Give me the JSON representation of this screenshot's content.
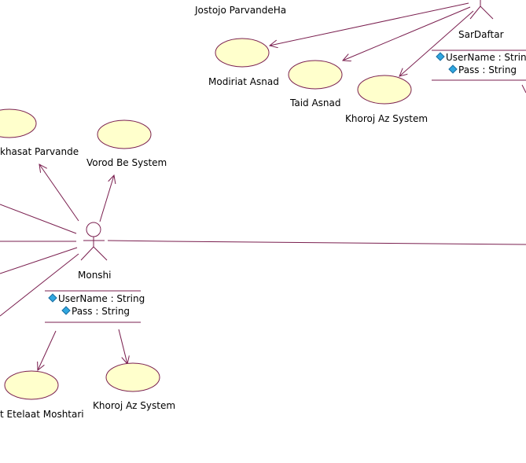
{
  "labels": {
    "jostojo": "Jostojo ParvandeHa",
    "sardaftar": "SarDaftar",
    "modiriat": "Modiriat Asnad",
    "taid": "Taid Asnad",
    "khoroj_top": "Khoroj Az System",
    "rokhsat": "khasat Parvande",
    "vorod": "Vorod Be System",
    "monshi": "Monshi",
    "sabt": "t Etelaat Moshtari",
    "khoroj_bottom": "Khoroj Az System"
  },
  "sardaftar_attrs": [
    "UserName : String",
    "Pass : String"
  ],
  "monshi_attrs": [
    "UserName : String",
    "Pass : String"
  ],
  "colors": {
    "line": "#7a1f4f",
    "ellipse_fill": "#ffffcc",
    "ellipse_stroke": "#7a1f4f",
    "actor_stroke": "#7a1f4f"
  }
}
